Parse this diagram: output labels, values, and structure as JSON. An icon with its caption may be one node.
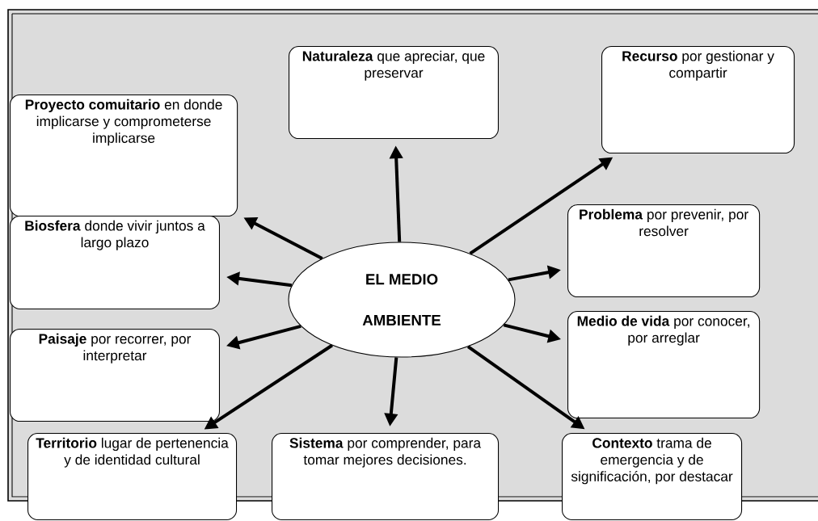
{
  "diagram": {
    "nodes": [
      {
        "text": [
          "EL MEDIO AMBIENTE"
        ]
      },
      {
        "text": [
          "**Naturaleza** que apreciar, que preservar"
        ]
      },
      {
        "text": [
          "**Recurso** por gestionar y compartir"
        ]
      },
      {
        "text": [
          "**Proyecto comuitario** en donde implicarse y comprometerse implicarse"
        ]
      },
      {
        "text": [
          "**Biosfera** donde vivir juntos a largo plazo"
        ]
      },
      {
        "text": [
          "**Problema** por prevenir, por resolver"
        ]
      },
      {
        "text": [
          "**Paisaje** por recorrer, por interpretar"
        ]
      },
      {
        "text": [
          "**Medio de vida** por conocer, por arreglar"
        ]
      },
      {
        "text": [
          "**Territorio** lugar de pertenencia y de identidad cultural"
        ]
      },
      {
        "text": [
          "**Sistema** por comprender, para tomar mejores decisiones."
        ]
      },
      {
        "text": [
          "**Contexto** trama de emergencia y de significación, por destacar"
        ]
      }
    ],
    "edges": [
      {
        "from": 0,
        "to": 1,
        "arrow": "to"
      },
      {
        "from": 0,
        "to": 2,
        "arrow": "to"
      },
      {
        "from": 0,
        "to": 3,
        "arrow": "to"
      },
      {
        "from": 0,
        "to": 4,
        "arrow": "to"
      },
      {
        "from": 0,
        "to": 5,
        "arrow": "to"
      },
      {
        "from": 0,
        "to": 6,
        "arrow": "to"
      },
      {
        "from": 0,
        "to": 7,
        "arrow": "to"
      },
      {
        "from": 0,
        "to": 8,
        "arrow": "to"
      },
      {
        "from": 0,
        "to": 9,
        "arrow": "to"
      },
      {
        "from": 0,
        "to": 10,
        "arrow": "to"
      }
    ]
  }
}
